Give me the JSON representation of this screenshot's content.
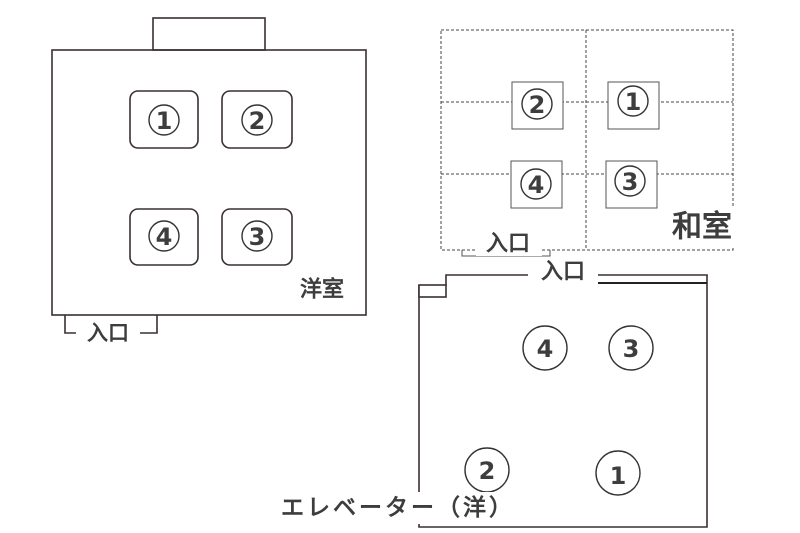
{
  "western_room": {
    "label": "洋室",
    "entrance": "入口",
    "seats": [
      "1",
      "2",
      "4",
      "3"
    ]
  },
  "japanese_room": {
    "label": "和室",
    "entrance": "入口",
    "seats": [
      "2",
      "1",
      "4",
      "3"
    ]
  },
  "elevator_room": {
    "label": "エレベーター（洋）",
    "entrance": "入口",
    "seats": [
      "4",
      "3",
      "2",
      "1"
    ]
  }
}
